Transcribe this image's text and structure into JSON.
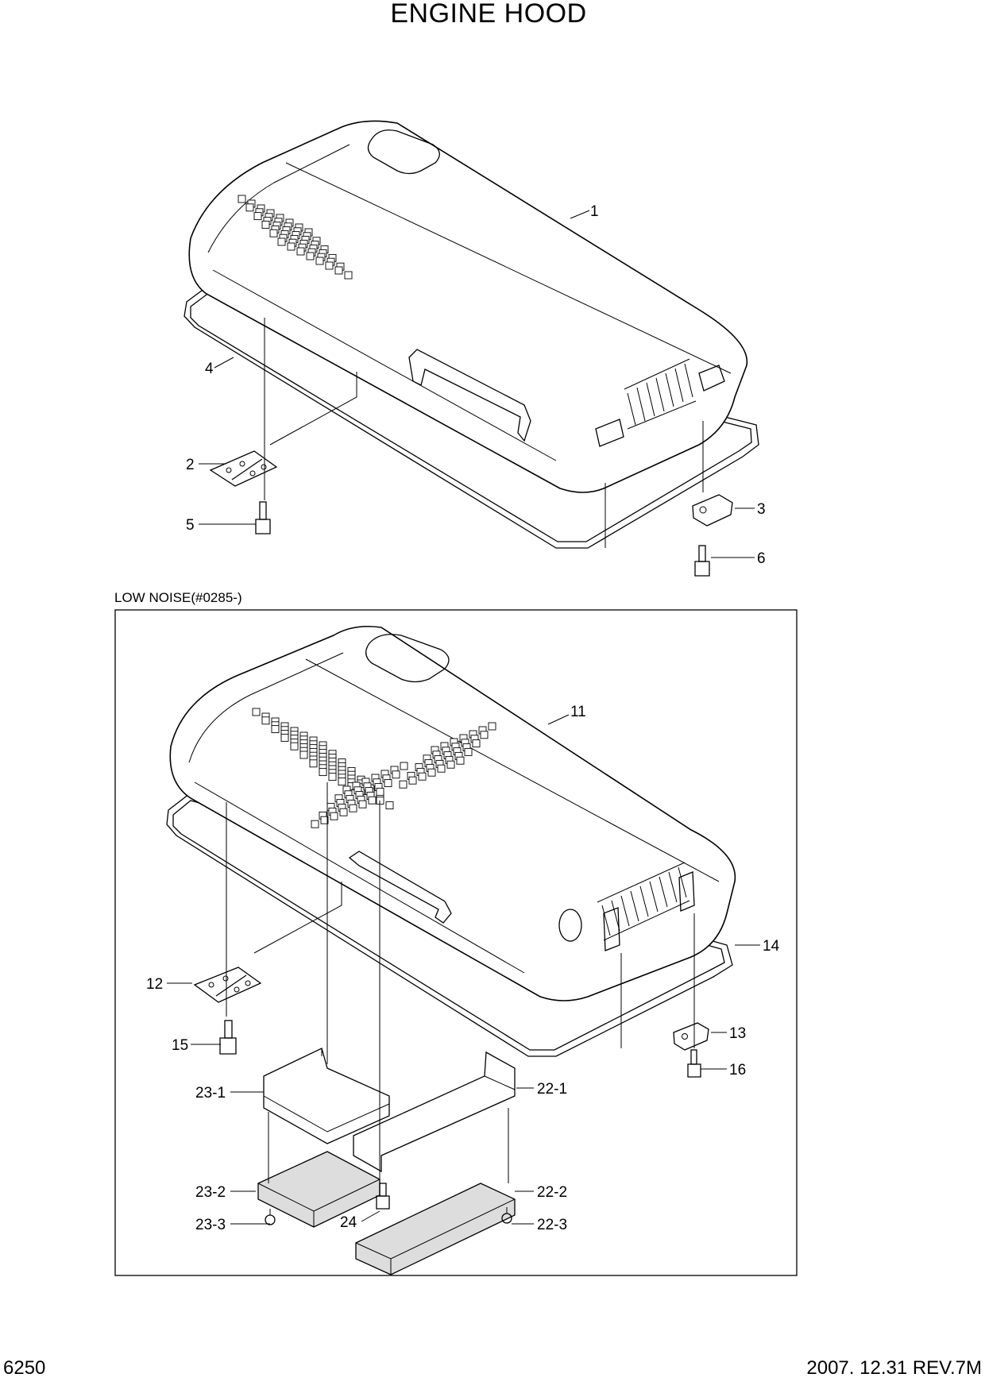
{
  "title": "ENGINE HOOD",
  "inset_caption": "LOW NOISE(#0285-)",
  "footer": {
    "page": "6250",
    "revision": "2007. 12.31  REV.7M"
  },
  "callouts": {
    "c1": "1",
    "c2": "2",
    "c3": "3",
    "c4": "4",
    "c5": "5",
    "c6": "6",
    "c11": "11",
    "c12": "12",
    "c13": "13",
    "c14": "14",
    "c15": "15",
    "c16": "16",
    "c22_1": "22-1",
    "c22_2": "22-2",
    "c22_3": "22-3",
    "c23_1": "23-1",
    "c23_2": "23-2",
    "c23_3": "23-3",
    "c24": "24"
  }
}
